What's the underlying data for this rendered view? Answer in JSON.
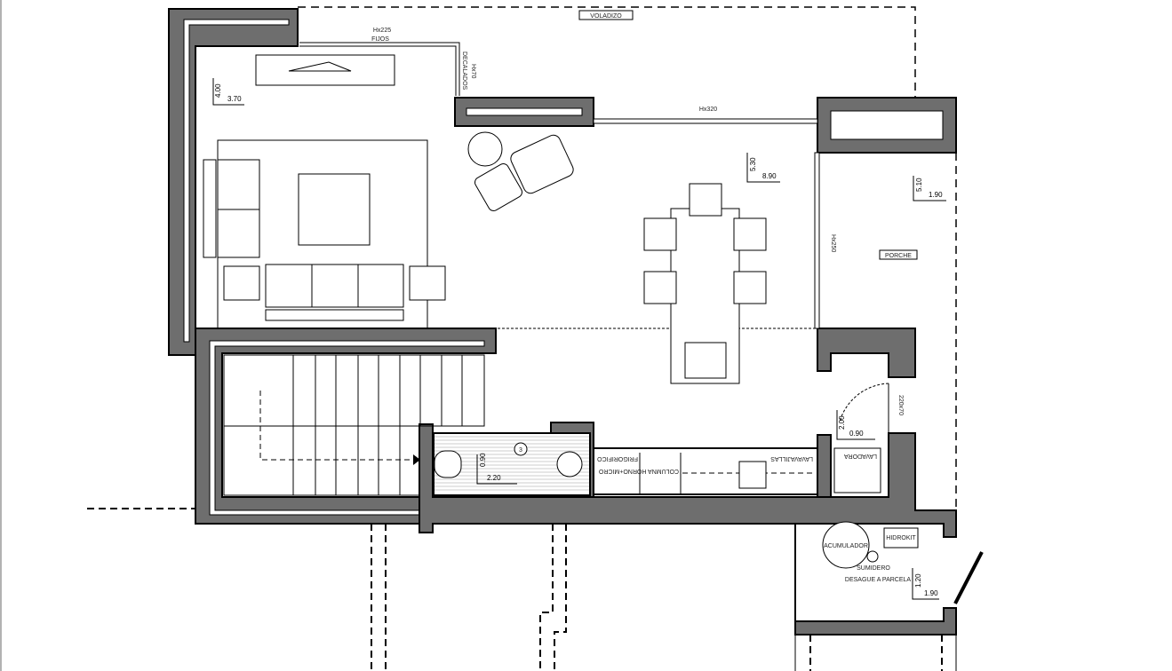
{
  "labels": {
    "voladizo": "VOLADIZO",
    "window_fixed_height": "Hx225",
    "window_fixed": "FIJOS",
    "window_offset_height": "Hx70",
    "window_offset": "DECALADOS",
    "window_dining": "Hx320",
    "window_porch": "Hx250",
    "porch": "PORCHE",
    "door_size": "220x70",
    "bathroom_number": "3",
    "washer": "LAVADORA",
    "dishwasher": "LAVAVAJILLAS",
    "oven_column": "COLUMNA HORNO+MICRO",
    "fridge": "FRIGORIFICO",
    "accumulator": "ACUMULADOR",
    "hidrokit": "HIDROKIT",
    "drain": "SUMIDERO",
    "drain_outlet": "DESAGUE A PARCELA"
  },
  "dimensions": {
    "living": {
      "a": "4.00",
      "b": "3.70"
    },
    "dining": {
      "a": "5.30",
      "b": "8.90"
    },
    "porch": {
      "a": "5.10",
      "b": "1.90"
    },
    "bathroom": {
      "a": "0.90",
      "b": "2.20"
    },
    "entry": {
      "a": "2.00",
      "b": "0.90"
    },
    "utility": {
      "a": "1.20",
      "b": "1.90"
    }
  }
}
